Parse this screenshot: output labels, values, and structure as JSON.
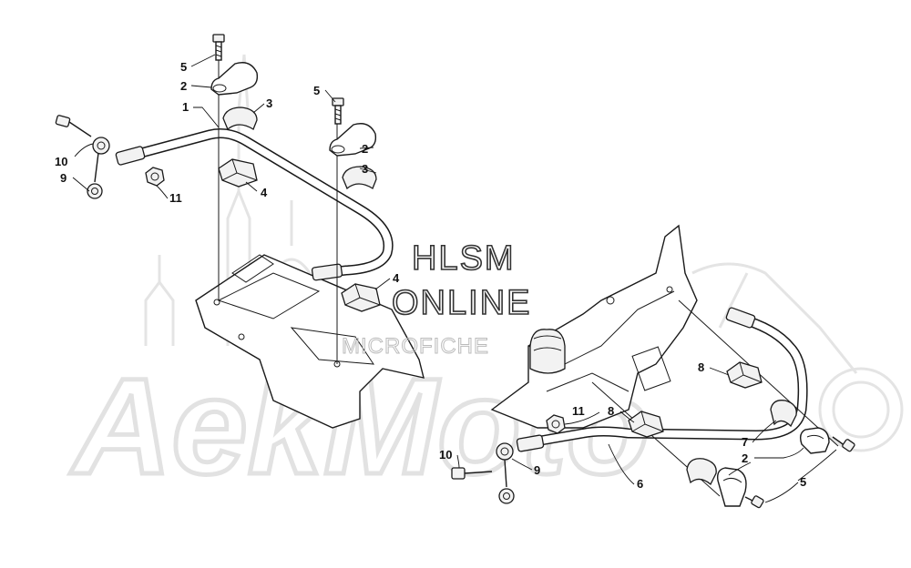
{
  "watermark": {
    "line1": "HLSM",
    "line2": "ONLINE",
    "line3": "MICROFICHE",
    "brand": "AekMoto"
  },
  "callouts": {
    "top": [
      {
        "id": "c5a",
        "label": "5"
      },
      {
        "id": "c2a",
        "label": "2"
      },
      {
        "id": "c1",
        "label": "1"
      },
      {
        "id": "c3a",
        "label": "3"
      },
      {
        "id": "c5b",
        "label": "5"
      },
      {
        "id": "c2b",
        "label": "2"
      },
      {
        "id": "c3b",
        "label": "3"
      },
      {
        "id": "c4a",
        "label": "4"
      },
      {
        "id": "c10a",
        "label": "10"
      },
      {
        "id": "c9a",
        "label": "9"
      },
      {
        "id": "c11a",
        "label": "11"
      },
      {
        "id": "c4b",
        "label": "4"
      }
    ],
    "bottom": [
      {
        "id": "c8a",
        "label": "8"
      },
      {
        "id": "c11b",
        "label": "11"
      },
      {
        "id": "c8b",
        "label": "8"
      },
      {
        "id": "c7",
        "label": "7"
      },
      {
        "id": "c2c",
        "label": "2"
      },
      {
        "id": "c10b",
        "label": "10"
      },
      {
        "id": "c9b",
        "label": "9"
      },
      {
        "id": "c6",
        "label": "6"
      },
      {
        "id": "c5c",
        "label": "5"
      }
    ]
  }
}
